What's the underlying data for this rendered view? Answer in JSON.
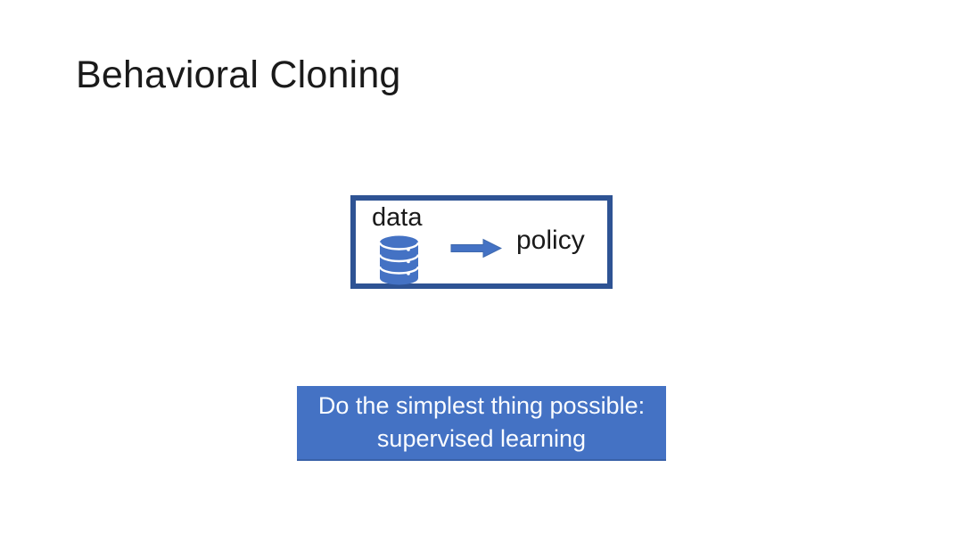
{
  "slide": {
    "title": "Behavioral Cloning",
    "diagram": {
      "data_label": "data",
      "policy_label": "policy"
    },
    "callout": {
      "line1": "Do the simplest thing possible:",
      "line2": "supervised learning"
    },
    "colors": {
      "accent_blue": "#4472C4",
      "border_blue": "#2E5394",
      "title_black": "#1A1A1A"
    }
  }
}
